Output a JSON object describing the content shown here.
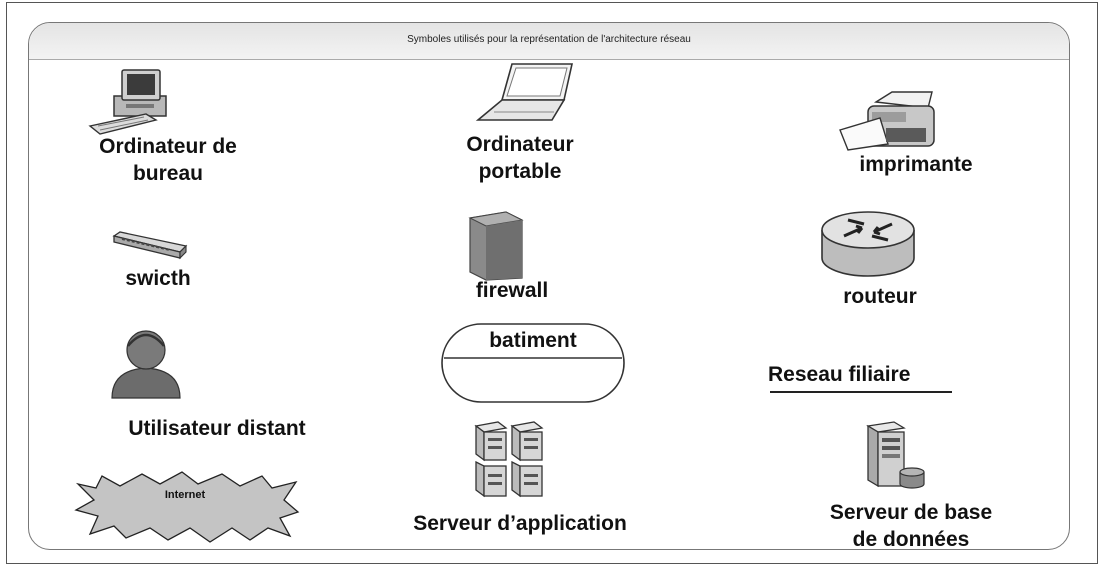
{
  "header": {
    "title": "Symboles utilisés pour la représentation de l'architecture réseau"
  },
  "symbols": {
    "desktop": {
      "line1": "Ordinateur de",
      "line2": "bureau"
    },
    "laptop": {
      "line1": "Ordinateur",
      "line2": "portable"
    },
    "printer": {
      "label": "imprimante"
    },
    "switch": {
      "label": "swicth"
    },
    "firewall": {
      "label": "firewall"
    },
    "router": {
      "label": "routeur"
    },
    "remote_user": {
      "label": "Utilisateur distant"
    },
    "building": {
      "label": "batiment"
    },
    "branch_network": {
      "label": "Reseau filiaire"
    },
    "internet": {
      "label": "Internet"
    },
    "app_server": {
      "label": "Serveur d’application"
    },
    "db_server": {
      "line1": "Serveur de base",
      "line2": "de données"
    }
  }
}
